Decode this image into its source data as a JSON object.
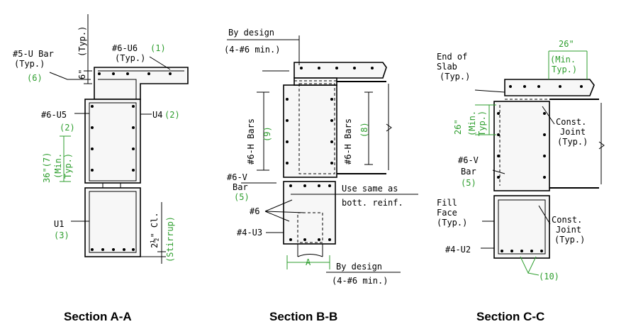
{
  "captions": {
    "a": "Section A-A",
    "b": "Section B-B",
    "c": "Section C-C"
  },
  "section_a": {
    "u_bar": "#5-U Bar",
    "u_bar_typ": "(Typ.)",
    "u_bar_num": "(6)",
    "dim_6": "6\"",
    "dim_6_typ": "(Typ.)",
    "u6": "#6-U6",
    "u6_num": "(1)",
    "u6_typ": "(Typ.)",
    "u5": "#6-U5",
    "u5_num": "(2)",
    "u4": "U4",
    "u4_num": "(2)",
    "dim_36": "36\"(7)",
    "dim_36_min": "(Min.",
    "dim_36_typ": "Typ.)",
    "u1": "U1",
    "u1_num": "(3)",
    "clear": "2½\" Cl.",
    "stirrup": "(Stirrup)"
  },
  "section_b": {
    "by_design_top": "By design",
    "min_top": "(4-#6 min.)",
    "h_bars_left": "#6-H Bars",
    "h_left_num": "(9)",
    "h_bars_right": "#6-H Bars",
    "h_right_num": "(8)",
    "v_bar": "#6-V",
    "v_bar2": "Bar",
    "v_num": "(5)",
    "use_same": "Use same as",
    "bott_reinf": "bott. reinf.",
    "n6": "#6",
    "u3": "#4-U3",
    "dim_a": "A",
    "by_design_bot": "By design",
    "min_bot": "(4-#6 min.)"
  },
  "section_c": {
    "end_of": "End of",
    "slab": "Slab",
    "slab_typ": "(Typ.)",
    "dim_26_top": "26\"",
    "min_top": "(Min.",
    "typ_top": "Typ.)",
    "dim_26_left": "26\"",
    "min_left": "(Min.",
    "typ_left": "Typ.)",
    "const1": "Const.",
    "joint1": "Joint",
    "typ1": "(Typ.)",
    "v_bar": "#6-V",
    "v_bar2": "Bar",
    "v_num": "(5)",
    "fill": "Fill",
    "face": "Face",
    "face_typ": "(Typ.)",
    "const2": "Const.",
    "joint2": "Joint",
    "typ2": "(Typ.)",
    "u2": "#4-U2",
    "num10": "(10)"
  }
}
